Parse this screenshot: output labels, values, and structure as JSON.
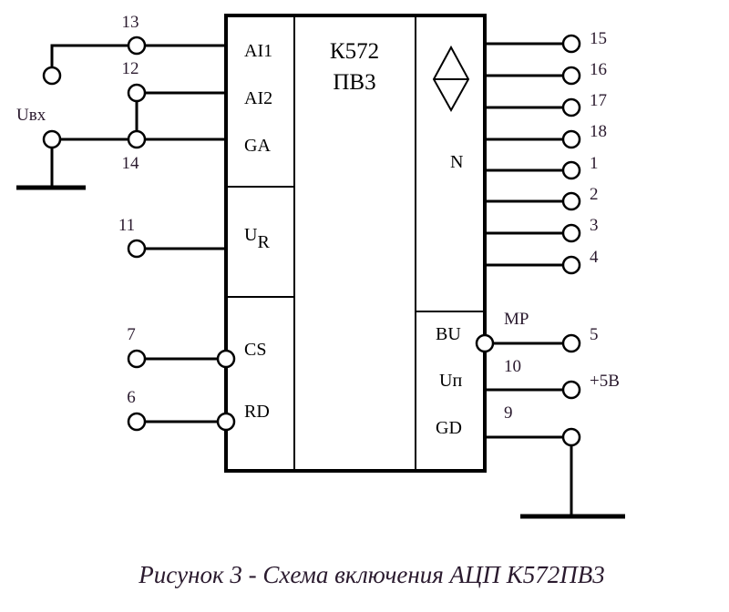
{
  "chip": {
    "line1": "К572",
    "line2": "ПВ3"
  },
  "input_block": {
    "ai1": "AI1",
    "ai2": "AI2",
    "ga": "GA",
    "ur_main": "U",
    "ur_sub": "R",
    "cs": "CS",
    "rd": "RD"
  },
  "output_block": {
    "n": "N",
    "bu": "BU",
    "up": "Uп",
    "gd": "GD"
  },
  "pins": {
    "p13": "13",
    "p12": "12",
    "p14": "14",
    "p11": "11",
    "p7": "7",
    "p6": "6",
    "p15": "15",
    "p16": "16",
    "p17": "17",
    "p18": "18",
    "p1": "1",
    "p2": "2",
    "p3": "3",
    "p4": "4",
    "p5": "5",
    "p10": "10",
    "p9": "9"
  },
  "labels": {
    "uvx": "Uвх",
    "mp": "МР",
    "plus5v": "+5В"
  },
  "caption": "Рисунок 3 - Схема включения АЦП К572ПВ3"
}
